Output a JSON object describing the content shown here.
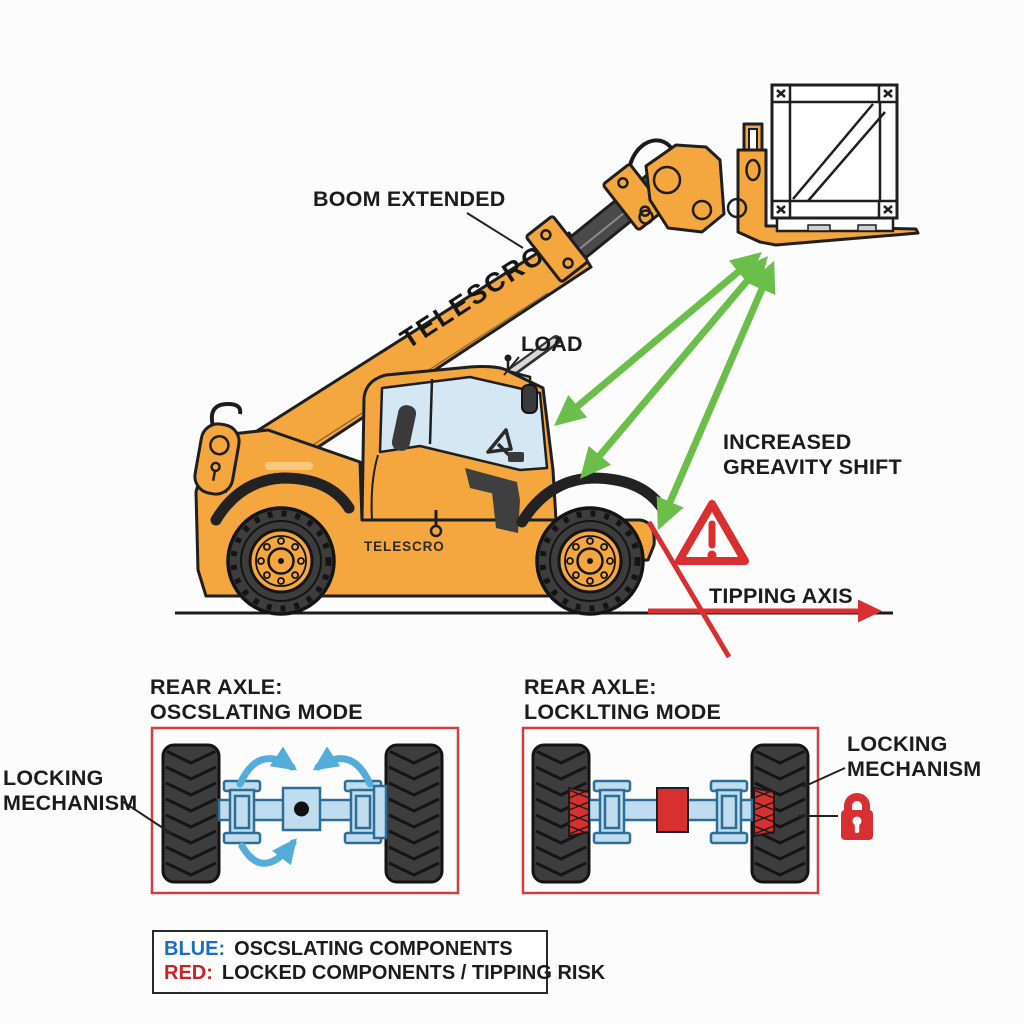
{
  "colors": {
    "yellow": "#F3A73E",
    "outline": "#1F1F1F",
    "glass": "#D4E7F3",
    "dark-gray": "#3D3D3D",
    "green": "#6BBE4A",
    "red": "#D83030",
    "panel-red": "#CC4040",
    "blue-fill": "#BFDDEF",
    "blue-stroke": "#2E6E96",
    "blue-arrow": "#54ACDB",
    "legend-blue": "#1A6FC4",
    "legend-red": "#CC2222",
    "text": "#1C1C1C"
  },
  "machine": {
    "boom_brand": "TELESCRO",
    "body_brand": "TELESCRO"
  },
  "annotations": {
    "boom_extended": "BOOM EXTENDED",
    "load": "LOAD",
    "gravity_shift_line1": "INCREASED",
    "gravity_shift_line2": "GREAVITY SHIFT",
    "tipping_axis": "TIPPING AXIS"
  },
  "panels": {
    "oscillating": {
      "title_line1": "REAR AXLE:",
      "title_line2": "OSCSLATING MODE",
      "side_label_line1": "LOCKING",
      "side_label_line2": "MECHANISM"
    },
    "locked": {
      "title_line1": "REAR AXLE:",
      "title_line2": "LOCKLTING MODE",
      "side_label_line1": "LOCKING",
      "side_label_line2": "MECHANISM"
    }
  },
  "legend": {
    "blue_term": "BLUE:",
    "blue_desc": "OSCSLATING COMPONENTS",
    "red_term": "RED:",
    "red_desc": "LOCKED COMPONENTS / TIPPING RISK"
  }
}
